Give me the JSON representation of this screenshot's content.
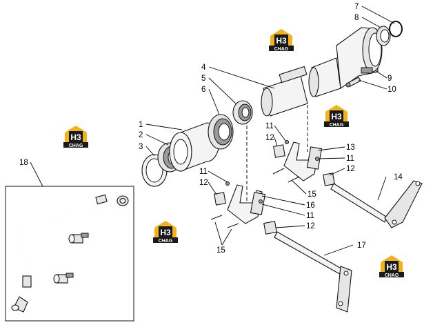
{
  "watermark": {
    "mark_text": "H3",
    "sub_text": "CHAG",
    "colors": {
      "yellow": "#f3b21b",
      "black": "#1a1a1a",
      "white": "#ffffff"
    }
  },
  "callouts": [
    "1",
    "2",
    "3",
    "4",
    "5",
    "6",
    "7",
    "8",
    "9",
    "10",
    "11",
    "11",
    "11",
    "11",
    "12",
    "12",
    "12",
    "12",
    "13",
    "14",
    "15",
    "15",
    "16",
    "17",
    "18"
  ]
}
